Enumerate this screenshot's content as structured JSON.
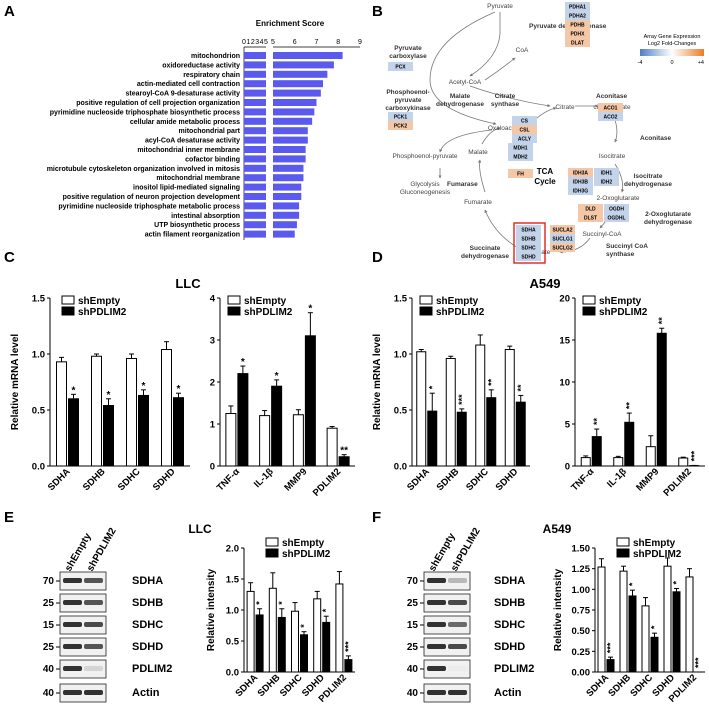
{
  "panel_letters": {
    "a": "A",
    "b": "B",
    "c": "C",
    "d": "D",
    "e": "E",
    "f": "F"
  },
  "colors": {
    "bar_a": "#5a5aee",
    "up": "#f4c7a6",
    "down": "#c2d3ea",
    "highlight": "#e32018"
  },
  "panel_a": {
    "title": "Enrichment Score",
    "axis_ticks_left": [
      "0",
      "1",
      "2",
      "3",
      "4",
      "5"
    ],
    "axis_ticks_right": [
      "5",
      "6",
      "7",
      "8",
      "9"
    ],
    "terms": [
      "mitochondrion",
      "oxidoreductase activity",
      "respiratory chain",
      "actin-mediated cell contraction",
      "stearoyl-CoA 9-desaturase activity",
      "positive regulation of cell projection organization",
      "pyrimidine nucleoside triphosphate biosynthetic process",
      "cellular amide metabolic process",
      "mitochondrial part",
      "acyl-CoA desaturase activity",
      "mitochondrial inner membrane",
      "cofactor binding",
      "microtubule cytoskeleton organization involved in mitosis",
      "mitochondrial membrane",
      "inositol lipid-mediated signaling",
      "positive regulation of neuron projection development",
      "pyrimidine nucleoside triphosphate metabolic process",
      "intestinal absorption",
      "UTP biosynthetic process",
      "actin filament reorganization"
    ]
  },
  "panel_b": {
    "legend_title": [
      "Array Gene Expression",
      "Log2 Fold-Changes"
    ],
    "legend_ticks": [
      "-4",
      "0",
      "+4"
    ],
    "metabolites": {
      "pyruvate": "Pyruvate",
      "acetyl_coa": "Acetyl-CoA",
      "coa": "CoA",
      "citrate": "Citrate",
      "cis_aconitate": "cis-Aconitate",
      "isocitrate": "Isocitrate",
      "oxoglutarate": "2-Oxoglutarate",
      "succinyl_coa": "Succinyl-CoA",
      "succinate": "Succinate",
      "fumarate": "Fumarate",
      "malate": "Malate",
      "oxaloacetate": "Oxaloacetate",
      "pep": "Phosphoenol-pyruvate",
      "glycolysis": "Glycolysis",
      "gluconeogenesis": "Gluconeogenesis",
      "tca": "TCA",
      "cycle": "Cycle"
    },
    "enzymes": {
      "pdh": "Pyruvate dehydrogenase",
      "pc": [
        "Pyruvate",
        "carboxylase"
      ],
      "cs": [
        "Citrate",
        "synthase"
      ],
      "aco1": "Aconitase",
      "aco2": "Aconitase",
      "idh": [
        "Isocitrate",
        "dehydrogenase"
      ],
      "ogdh": [
        "2-Oxoglutarate",
        "dehydrogenase"
      ],
      "scs": [
        "Succinyl CoA",
        "synthase"
      ],
      "sdh": [
        "Succinate",
        "dehydrogenase"
      ],
      "fh": "Fumarase",
      "mdh": [
        "Malate",
        "dehydrogenase"
      ],
      "pepck": [
        "Phosphoenol-",
        "pyruvate",
        "carboxykinase"
      ]
    },
    "genes": {
      "pdh": [
        "PDHA1",
        "PDHA2",
        "PDHB",
        "PDHX",
        "DLAT"
      ],
      "pc": [
        "PCX"
      ],
      "pepck": [
        "PCK1",
        "PCK2"
      ],
      "cs": [
        "CS",
        "CSL",
        "ACLY"
      ],
      "aco": [
        "ACO1",
        "ACO2"
      ],
      "mdh": [
        "MDH1",
        "MDH2"
      ],
      "idh": [
        "IDH3A",
        "IDH1",
        "IDH3B",
        "IDH2",
        "IDH3G"
      ],
      "ogdh": [
        "DLD",
        "OGDH",
        "DLST",
        "OGDHL"
      ],
      "fh": [
        "FH"
      ],
      "sdh": [
        "SDHA",
        "SDHB",
        "SDHC",
        "SDHD"
      ],
      "scs": [
        "SUCLA2",
        "SUCLG1",
        "SUCLG2"
      ]
    }
  },
  "panel_c": {
    "title": "LLC"
  },
  "panel_d": {
    "title": "A549"
  },
  "panel_e": {
    "title": "LLC",
    "lanes": [
      "shEmpty",
      "shPDLIM2"
    ],
    "blot_labels": [
      "SDHA",
      "SDHB",
      "SDHC",
      "SDHD",
      "PDLIM2",
      "Actin"
    ],
    "markers": [
      "70",
      "25",
      "15",
      "25",
      "40",
      "40"
    ]
  },
  "panel_f": {
    "title": "A549",
    "lanes": [
      "shEmpty",
      "shPDLIM2"
    ],
    "blot_labels": [
      "SDHA",
      "SDHB",
      "SDHC",
      "SDHD",
      "PDLIM2",
      "Actin"
    ],
    "markers": [
      "70",
      "25",
      "15",
      "25",
      "40",
      "40"
    ]
  },
  "legend": {
    "empty": "shEmpty",
    "pdlim2": "shPDLIM2"
  },
  "chart_data": [
    {
      "id": "A",
      "type": "bar",
      "title": "Enrichment Score",
      "orientation": "horizontal",
      "categories": [
        "mitochondrion",
        "oxidoreductase activity",
        "respiratory chain",
        "actin-mediated cell contraction",
        "stearoyl-CoA 9-desaturase activity",
        "positive regulation of cell projection organization",
        "pyrimidine nucleoside triphosphate biosynthetic process",
        "cellular amide metabolic process",
        "mitochondrial part",
        "acyl-CoA desaturase activity",
        "mitochondrial inner membrane",
        "cofactor binding",
        "microtubule cytoskeleton organization involved in mitosis",
        "mitochondrial membrane",
        "inositol lipid-mediated signaling",
        "positive regulation of neuron projection development",
        "pyrimidine nucleoside triphosphate metabolic process",
        "intestinal absorption",
        "UTP biosynthetic process",
        "actin filament reorganization"
      ],
      "values": [
        8.2,
        7.8,
        7.5,
        7.3,
        7.2,
        7.0,
        6.9,
        6.8,
        6.6,
        6.6,
        6.5,
        6.5,
        6.4,
        6.4,
        6.3,
        6.3,
        6.2,
        6.2,
        6.1,
        6.0
      ],
      "xlim": [
        0,
        9
      ],
      "axis_break": [
        5,
        5
      ]
    },
    {
      "id": "C1",
      "type": "bar",
      "ylabel": "Relative mRNA level",
      "ylim": [
        0,
        1.5
      ],
      "yticks": [
        "0.0",
        "0.5",
        "1.0",
        "1.5"
      ],
      "categories": [
        "SDHA",
        "SDHB",
        "SDHC",
        "SDHD"
      ],
      "series": [
        {
          "name": "shEmpty",
          "values": [
            0.93,
            0.98,
            0.96,
            1.04
          ],
          "errors": [
            0.04,
            0.02,
            0.04,
            0.07
          ]
        },
        {
          "name": "shPDLIM2",
          "values": [
            0.6,
            0.54,
            0.63,
            0.61
          ],
          "errors": [
            0.04,
            0.06,
            0.05,
            0.04
          ]
        }
      ],
      "significance": [
        "*",
        "*",
        "*",
        "*"
      ]
    },
    {
      "id": "C2",
      "type": "bar",
      "ylim": [
        0,
        4
      ],
      "yticks": [
        "0",
        "1",
        "2",
        "3",
        "4"
      ],
      "categories": [
        "TNF-α",
        "IL-1β",
        "MMP9",
        "PDLIM2"
      ],
      "series": [
        {
          "name": "shEmpty",
          "values": [
            1.25,
            1.2,
            1.22,
            0.9
          ],
          "errors": [
            0.18,
            0.12,
            0.12,
            0.04
          ]
        },
        {
          "name": "shPDLIM2",
          "values": [
            2.2,
            1.9,
            3.1,
            0.22
          ],
          "errors": [
            0.18,
            0.15,
            0.55,
            0.05
          ]
        }
      ],
      "significance": [
        "*",
        "*",
        "*",
        "**"
      ]
    },
    {
      "id": "D1",
      "type": "bar",
      "ylabel": "Relative mRNA level",
      "ylim": [
        0,
        1.5
      ],
      "yticks": [
        "0.0",
        "0.5",
        "1.0",
        "1.5"
      ],
      "categories": [
        "SDHA",
        "SDHB",
        "SDHC",
        "SDHD"
      ],
      "series": [
        {
          "name": "shEmpty",
          "values": [
            1.02,
            0.96,
            1.08,
            1.04
          ],
          "errors": [
            0.02,
            0.02,
            0.09,
            0.03
          ]
        },
        {
          "name": "shPDLIM2",
          "values": [
            0.49,
            0.48,
            0.61,
            0.57
          ],
          "errors": [
            0.16,
            0.03,
            0.07,
            0.06
          ]
        }
      ],
      "significance": [
        "*",
        "***",
        "**",
        "**"
      ]
    },
    {
      "id": "D2",
      "type": "bar",
      "ylim": [
        0,
        20
      ],
      "yticks": [
        "0",
        "5",
        "10",
        "15",
        "20"
      ],
      "categories": [
        "TNF-α",
        "IL-1β",
        "MMP9",
        "PDLIM2"
      ],
      "series": [
        {
          "name": "shEmpty",
          "values": [
            1.0,
            1.0,
            2.3,
            0.95
          ],
          "errors": [
            0.2,
            0.15,
            1.3,
            0.1
          ]
        },
        {
          "name": "shPDLIM2",
          "values": [
            3.5,
            5.2,
            15.8,
            0.05
          ],
          "errors": [
            0.9,
            1.1,
            0.6,
            0.02
          ]
        }
      ],
      "significance": [
        "**",
        "**",
        "**",
        "***"
      ]
    },
    {
      "id": "E",
      "type": "bar",
      "ylabel": "Relative intensity",
      "ylim": [
        0,
        2.0
      ],
      "yticks": [
        "0.0",
        "0.5",
        "1.0",
        "1.5",
        "2.0"
      ],
      "categories": [
        "SDHA",
        "SDHB",
        "SDHC",
        "SDHD",
        "PDLIM2"
      ],
      "series": [
        {
          "name": "shEmpty",
          "values": [
            1.3,
            1.35,
            0.98,
            1.18,
            1.42
          ],
          "errors": [
            0.14,
            0.25,
            0.14,
            0.12,
            0.2
          ]
        },
        {
          "name": "shPDLIM2",
          "values": [
            0.92,
            0.88,
            0.6,
            0.8,
            0.2
          ],
          "errors": [
            0.1,
            0.14,
            0.05,
            0.1,
            0.06
          ]
        }
      ],
      "significance": [
        "*",
        "*",
        "*",
        "*",
        "***"
      ]
    },
    {
      "id": "F",
      "type": "bar",
      "ylabel": "Relative intensity",
      "ylim": [
        0,
        1.5
      ],
      "yticks": [
        "0.00",
        "0.25",
        "0.50",
        "0.75",
        "1.00",
        "1.25",
        "1.50"
      ],
      "categories": [
        "SDHA",
        "SDHB",
        "SDHC",
        "SDHD",
        "PDLIM2"
      ],
      "series": [
        {
          "name": "shEmpty",
          "values": [
            1.27,
            1.22,
            0.8,
            1.28,
            1.15
          ],
          "errors": [
            0.1,
            0.06,
            0.1,
            0.1,
            0.1
          ]
        },
        {
          "name": "shPDLIM2",
          "values": [
            0.15,
            0.92,
            0.42,
            0.97,
            0.0
          ],
          "errors": [
            0.03,
            0.07,
            0.05,
            0.04,
            0.0
          ]
        }
      ],
      "significance": [
        "***",
        "*",
        "*",
        "*",
        "***"
      ]
    }
  ]
}
